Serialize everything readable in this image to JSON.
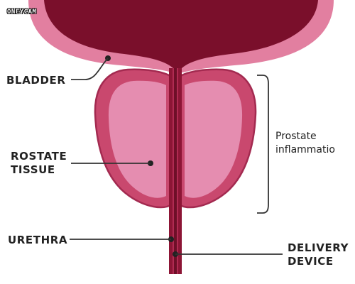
{
  "watermark": "ONEYCAM",
  "labels": {
    "bladder": "BLADDER",
    "prostate_tissue_line1": "ROSTATE",
    "prostate_tissue_line2": "TISSUE",
    "urethra": "URETHRA",
    "prostate_inflammation_line1": "Prostate",
    "prostate_inflammation_line2": "inflammatio",
    "delivery_device_line1": "DELIVERY",
    "delivery_device_line2": "DEVICE"
  },
  "colors": {
    "bladder_interior": "#7a0f2b",
    "bladder_wall": "#e27fa0",
    "prostate_outer": "#c9486e",
    "prostate_inner": "#e58db0",
    "prostate_outline": "#a32a50",
    "urethra": "#8c1535",
    "delivery_device": "#a81d45",
    "leader_line": "#333333",
    "text": "#222222"
  }
}
